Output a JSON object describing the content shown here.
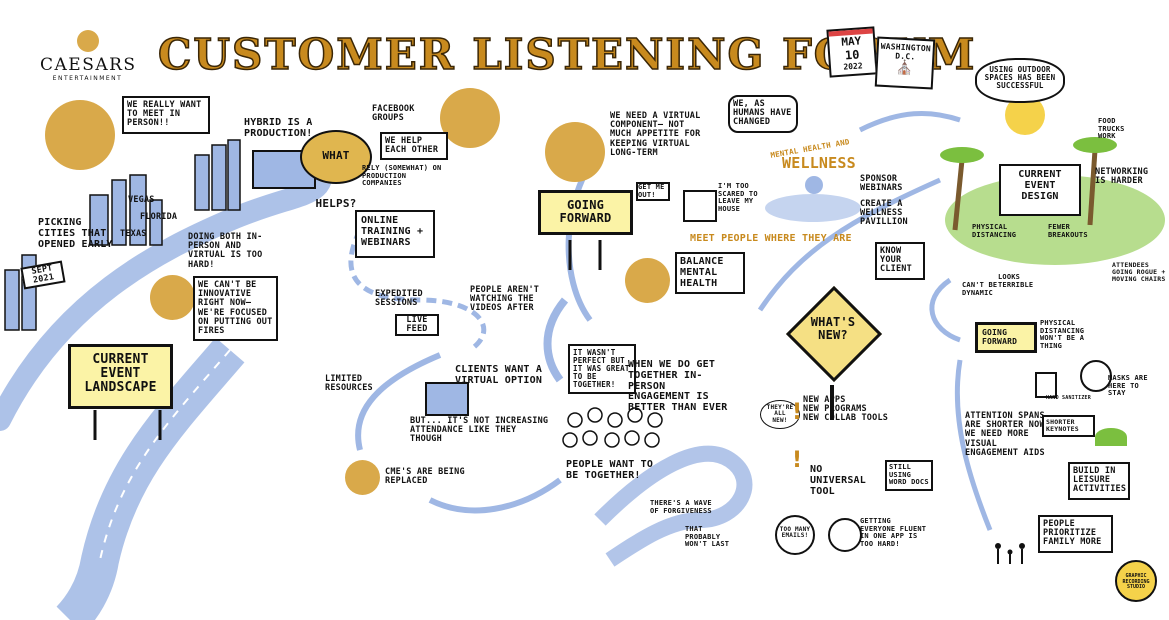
{
  "colors": {
    "gold": "#c88a1e",
    "blue": "#9fb7e4",
    "yellow": "#fbf3a6",
    "ink": "#111111",
    "orange": "#e0b64f",
    "green": "#7bbf3f"
  },
  "brand": {
    "name": "CAESARS",
    "sub": "ENTERTAINMENT"
  },
  "header": {
    "title": "CUSTOMER LISTENING FORUM"
  },
  "date": {
    "month": "MAY",
    "day": "10",
    "year": "2022",
    "place1": "WASHINGTON",
    "place2": "D.C."
  },
  "section1": {
    "speech_meet": "WE REALLY WANT TO MEET IN PERSON!!",
    "cities": [
      "VEGAS",
      "FLORIDA",
      "TEXAS"
    ],
    "picking": "PICKING CITIES THAT OPENED EARLY",
    "sign": "SEPT 2021",
    "hybrid": "HYBRID IS A PRODUCTION!",
    "doing_both": "DOING BOTH IN-PERSON AND VIRTUAL IS TOO HARD!",
    "innovative": "WE CAN'T BE INNOVATIVE RIGHT NOW— WE'RE FOCUSED ON PUTTING OUT FIRES",
    "landscape": "CURRENT EVENT LANDSCAPE"
  },
  "section2": {
    "what_helps": "WHAT HELPS?",
    "facebook": "FACEBOOK GROUPS",
    "help_each": "WE HELP EACH OTHER",
    "rely": "RELY (SOMEWHAT) ON PRODUCTION COMPANIES",
    "online": "ONLINE TRAINING + WEBINARS",
    "expedited": "EXPEDITED SESSIONS",
    "live_feed": "LIVE FEED",
    "not_watching": "PEOPLE AREN'T WATCHING THE VIDEOS AFTER",
    "limited": "LIMITED RESOURCES",
    "clients_want": "CLIENTS WANT A VIRTUAL OPTION",
    "but": "BUT... IT'S NOT INCREASING ATTENDANCE LIKE THEY THOUGH",
    "cmes": "CME'S ARE BEING REPLACED"
  },
  "section3": {
    "need_virtual": "WE NEED A VIRTUAL COMPONENT— NOT MUCH APPETITE FOR KEEPING VIRTUAL LONG-TERM",
    "going_forward": "GOING FORWARD",
    "get_me_out": "GET ME OUT!",
    "too_scared": "I'M TOO SCARED TO LEAVE MY HOUSE",
    "meet_people": "MEET PEOPLE WHERE THEY ARE",
    "balance": "BALANCE MENTAL HEALTH",
    "wasnt_perfect": "IT WASN'T PERFECT BUT IT WAS GREAT TO BE TOGETHER!",
    "when_together": "WHEN WE DO GET TOGETHER IN-PERSON ENGAGEMENT IS BETTER THAN EVER",
    "people_want": "PEOPLE WANT TO BE TOGETHER!",
    "wave": "THERE'S A WAVE OF FORGIVENESS",
    "wont_last": "THAT PROBABLY WON'T LAST"
  },
  "section4": {
    "humans": "WE, AS HUMANS HAVE CHANGED",
    "mental": "MENTAL HEALTH AND",
    "wellness": "WELLNESS",
    "sponsor": "SPONSOR WEBINARS",
    "pavilion": "CREATE A WELLNESS PAVILLION",
    "know_client": "KNOW YOUR CLIENT",
    "whats_new": "WHAT'S NEW?",
    "theyre_all": "THEY'RE ALL NEW!",
    "new_items": [
      "NEW APPS",
      "NEW PROGRAMS",
      "NEW COLLAB TOOLS"
    ],
    "no_universal": "NO UNIVERSAL TOOL",
    "still_word": "STILL USING WORD DOCS",
    "too_many": "TOO MANY EMAILS!",
    "fluent": "GETTING EVERYONE FLUENT IN ONE APP IS TOO HARD!"
  },
  "section5": {
    "outdoor": "USING OUTDOOR SPACES HAS BEEN SUCCESSFUL",
    "food": "FOOD TRUCKS WORK",
    "networking": "NETWORKING IS HARDER",
    "design": "CURRENT EVENT DESIGN",
    "physical": "PHYSICAL DISTANCING",
    "fewer": "FEWER BREAKOUTS",
    "attendees": "ATTENDEES GOING ROGUE + MOVING CHAIRS",
    "cant_dynamic": "CAN'T BE DYNAMIC",
    "looks": "LOOKS TERRIBLE",
    "going_forward": "GOING FORWARD",
    "no_distancing": "PHYSICAL DISTANCING WON'T BE A THING",
    "hand_sanitizer": "HAND SANITIZER",
    "masks": "MASKS ARE HERE TO STAY",
    "attention": "ATTENTION SPANS ARE SHORTER NOW— WE NEED MORE VISUAL ENGAGEMENT AIDS",
    "shorter": "SHORTER KEYNOTES",
    "build": "BUILD IN LEISURE ACTIVITIES",
    "family": "PEOPLE PRIORITIZE FAMILY MORE"
  },
  "footer_logo": "GRAPHIC RECORDING STUDIO"
}
